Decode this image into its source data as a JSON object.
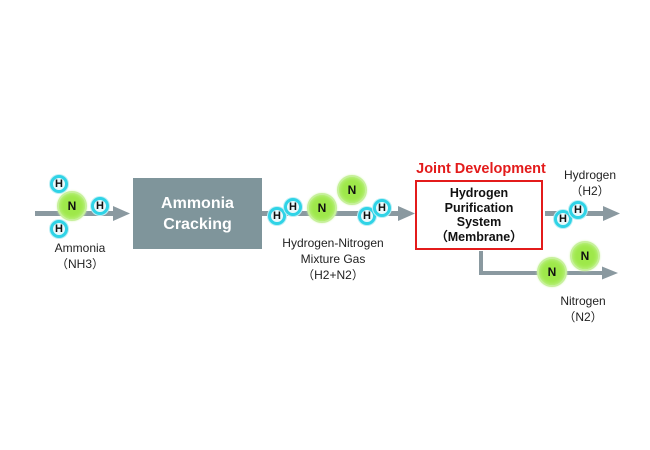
{
  "process": {
    "input_label": "Ammonia",
    "input_formula": "（NH3）",
    "cracking_line1": "Ammonia",
    "cracking_line2": "Cracking",
    "mixture_line1": "Hydrogen-Nitrogen",
    "mixture_line2": "Mixture Gas",
    "mixture_formula": "（H2+N2）",
    "joint_label": "Joint Development",
    "purifier_line1": "Hydrogen",
    "purifier_line2": "Purification",
    "purifier_line3": "System",
    "purifier_line4": "（Membrane）",
    "hydrogen_label": "Hydrogen",
    "hydrogen_formula": "（H2）",
    "nitrogen_label": "Nitrogen",
    "nitrogen_formula": "（N2）"
  },
  "atoms": {
    "h": "H",
    "n": "N"
  },
  "colors": {
    "arrow": "#8a99a0",
    "cracking_box": "#7f959b",
    "highlight": "#e31b1b",
    "h_fill": "#e9f9fb",
    "h_ring": "#2fd3e6",
    "n_fill": "#9ee84a",
    "n_ring": "#c6f09a"
  }
}
